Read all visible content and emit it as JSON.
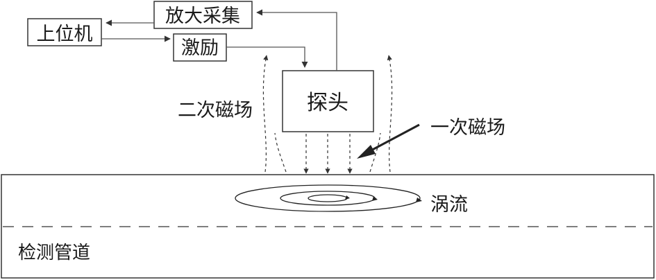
{
  "blocks": {
    "host": "上位机",
    "amplifier": "放大采集",
    "excitation": "激励",
    "probe": "探头"
  },
  "labels": {
    "secondary_field": "二次磁场",
    "primary_field": "一次磁场",
    "eddy_current": "涡流",
    "pipe": "检测管道"
  },
  "colors": {
    "line": "#333333",
    "background": "#ffffff"
  }
}
